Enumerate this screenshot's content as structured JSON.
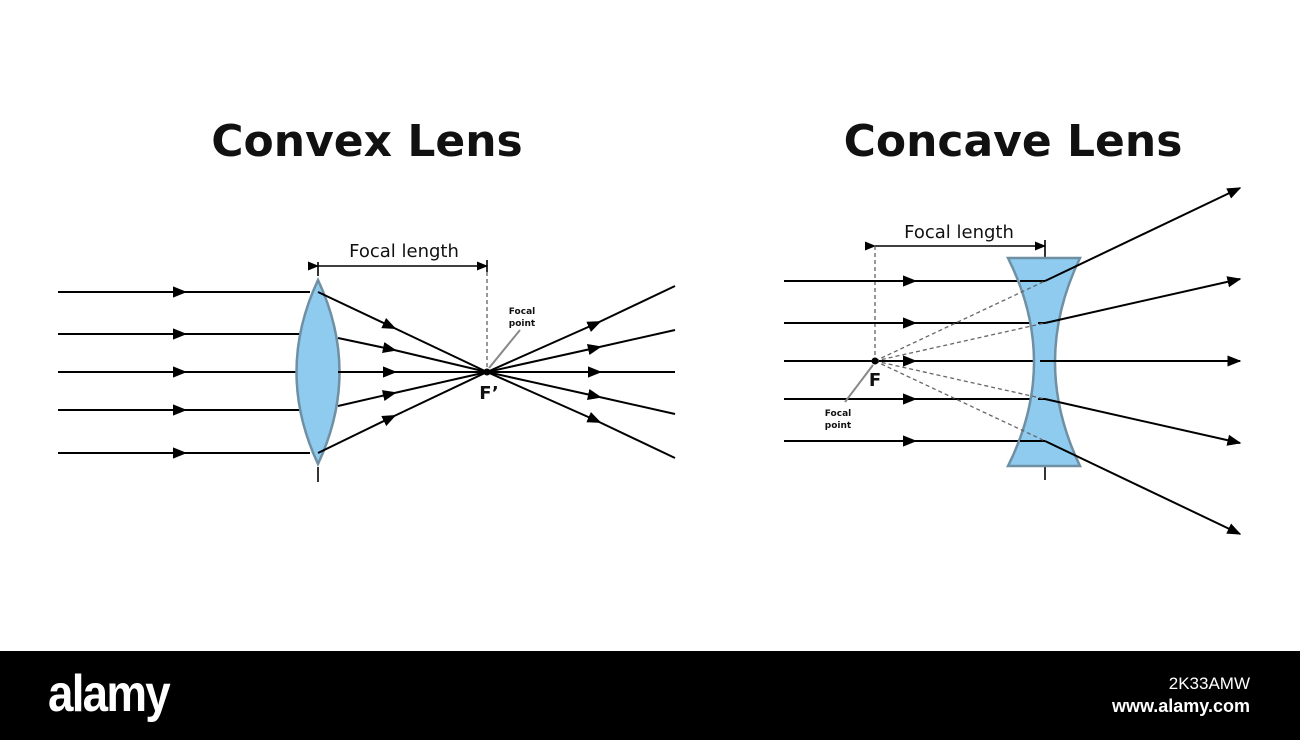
{
  "convex": {
    "title": "Convex Lens",
    "dimension_label": "Focal length",
    "focal_point_label_line1": "Focal",
    "focal_point_label_line2": "point",
    "focus_label": "F’"
  },
  "concave": {
    "title": "Concave Lens",
    "dimension_label": "Focal length",
    "focal_point_label_line1": "Focal",
    "focal_point_label_line2": "point",
    "focus_label": "F"
  },
  "colors": {
    "lens_fill": "#8ecbef",
    "lens_stroke": "#6f8fa3",
    "ray": "#000000",
    "footer_bg": "#000000"
  },
  "watermark": {
    "brand": "alamy",
    "image_id": "2K33AMW",
    "site": "www.alamy.com"
  }
}
